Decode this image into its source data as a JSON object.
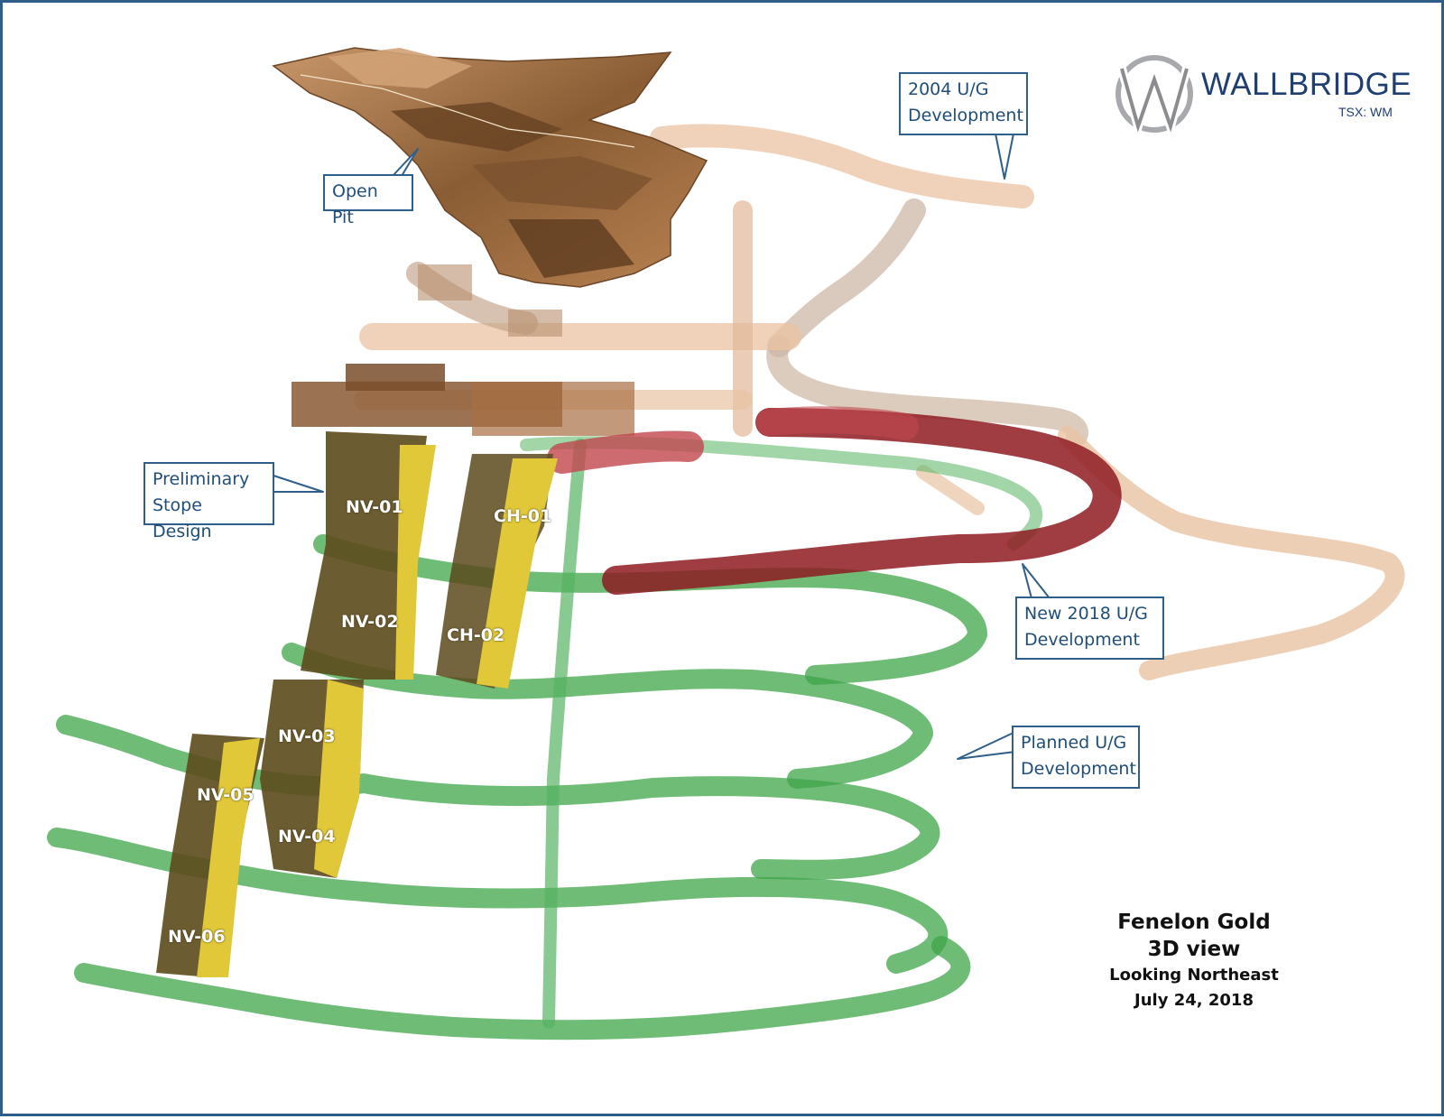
{
  "colors": {
    "frame": "#2e5f8a",
    "callout_text": "#1f4e79",
    "planned_green": "#3fa64a",
    "new_red": "#8e1b22",
    "old_tan": "#e9c3a2",
    "pit_brown": "#a97745",
    "stope_dark": "#5c4a1c",
    "stope_yellow": "#e0c838"
  },
  "logo": {
    "name": "WALLBRIDGE",
    "ticker": "TSX: WM",
    "icon": "wallbridge-wm-logo-icon"
  },
  "callouts": {
    "open_pit": "Open Pit",
    "ug_2004": "2004 U/G\nDevelopment",
    "stope_design": "Preliminary\nStope Design",
    "ug_2018": "New 2018 U/G\nDevelopment",
    "planned_ug": "Planned U/G\nDevelopment"
  },
  "stopes": {
    "nv01": "NV-01",
    "nv02": "NV-02",
    "nv03": "NV-03",
    "nv04": "NV-04",
    "nv05": "NV-05",
    "nv06": "NV-06",
    "ch01": "CH-01",
    "ch02": "CH-02"
  },
  "title": {
    "line1": "Fenelon Gold",
    "line2": "3D view",
    "line3": "Looking Northeast",
    "line4": "July 24, 2018"
  }
}
